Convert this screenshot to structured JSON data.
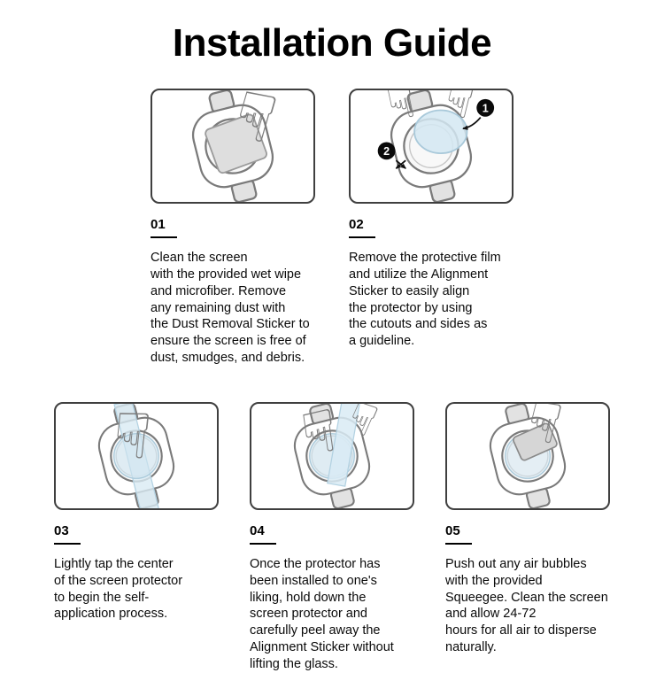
{
  "page": {
    "title": "Installation Guide"
  },
  "colors": {
    "film_blue": "#d4e7f2",
    "sticker_blue": "#d9ebf4",
    "line_gray": "#7a7a7a",
    "text_black": "#000000"
  },
  "icons": {
    "hand_down": "☟"
  },
  "steps": [
    {
      "number": "01",
      "description": "Clean the screen\nwith the provided wet wipe\nand microfiber. Remove\nany remaining dust with\nthe Dust Removal Sticker to\nensure the screen is free of\ndust, smudges, and debris."
    },
    {
      "number": "02",
      "badges": [
        "1",
        "2"
      ],
      "description": "Remove the protective film\nand utilize the Alignment\nSticker to easily align\nthe protector by using\nthe cutouts and sides as\na guideline."
    },
    {
      "number": "03",
      "description": "Lightly tap the center\nof the screen protector\nto begin the self-\napplication process."
    },
    {
      "number": "04",
      "description": "Once the protector has\nbeen installed to one's\nliking, hold down the\nscreen protector and\ncarefully peel away the\nAlignment Sticker without\nlifting the glass."
    },
    {
      "number": "05",
      "description": "Push out any air bubbles\nwith the provided\nSqueegee. Clean the screen\nand allow 24-72\nhours for all air to disperse\nnaturally."
    }
  ]
}
